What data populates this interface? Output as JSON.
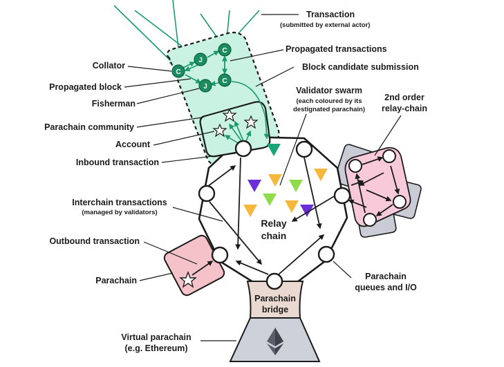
{
  "labels": {
    "transaction": "Transaction",
    "transaction_sub": "(submitted by external actor)",
    "propagated_transactions": "Propagated transactions",
    "block_candidate_submission": "Block candidate submission",
    "collator": "Collator",
    "propagated_block": "Propagated block",
    "fisherman": "Fisherman",
    "parachain_community": "Parachain community",
    "account": "Account",
    "inbound_transaction": "Inbound transaction",
    "validator_swarm": "Validator swarm",
    "validator_swarm_sub1": "(each coloured by its",
    "validator_swarm_sub2": "destignated parachain)",
    "second_order_1": "2nd order",
    "second_order_2": "relay-chain",
    "interchain_transactions": "Interchain transactions",
    "interchain_sub": "(managed by validators)",
    "relay_chain_1": "Relay",
    "relay_chain_2": "chain",
    "outbound_transaction": "Outbound transaction",
    "parachain": "Parachain",
    "parachain_queues_1": "Parachain",
    "parachain_queues_2": "queues and I/O",
    "parachain_bridge_1": "Parachain",
    "parachain_bridge_2": "bridge",
    "virtual_parachain_1": "Virtual parachain",
    "virtual_parachain_2": "(e.g. Ethereum)"
  },
  "node_letters": {
    "collator": "C",
    "fisherman": "J"
  },
  "colors": {
    "community_fill": "#c9f2e2",
    "community_stroke": "#1b1b1b",
    "node_green": "#1a8c5e",
    "green_arrow": "#1a9a6f",
    "pink_fill": "#f7c9d9",
    "pink_parachain": "#f4c2c8",
    "grey_square": "#c9ccd4",
    "violet": "#6a2fd6",
    "yellow": "#f5b83a",
    "light_green": "#8fdc4a",
    "teal_triangle": "#1aa479",
    "bridge_fill": "#ead9d0",
    "virtual_fill": "#cdd2da",
    "eth_dark": "#5a5f6b"
  },
  "icons": {
    "star": "star-icon",
    "ethereum": "ethereum-icon"
  }
}
